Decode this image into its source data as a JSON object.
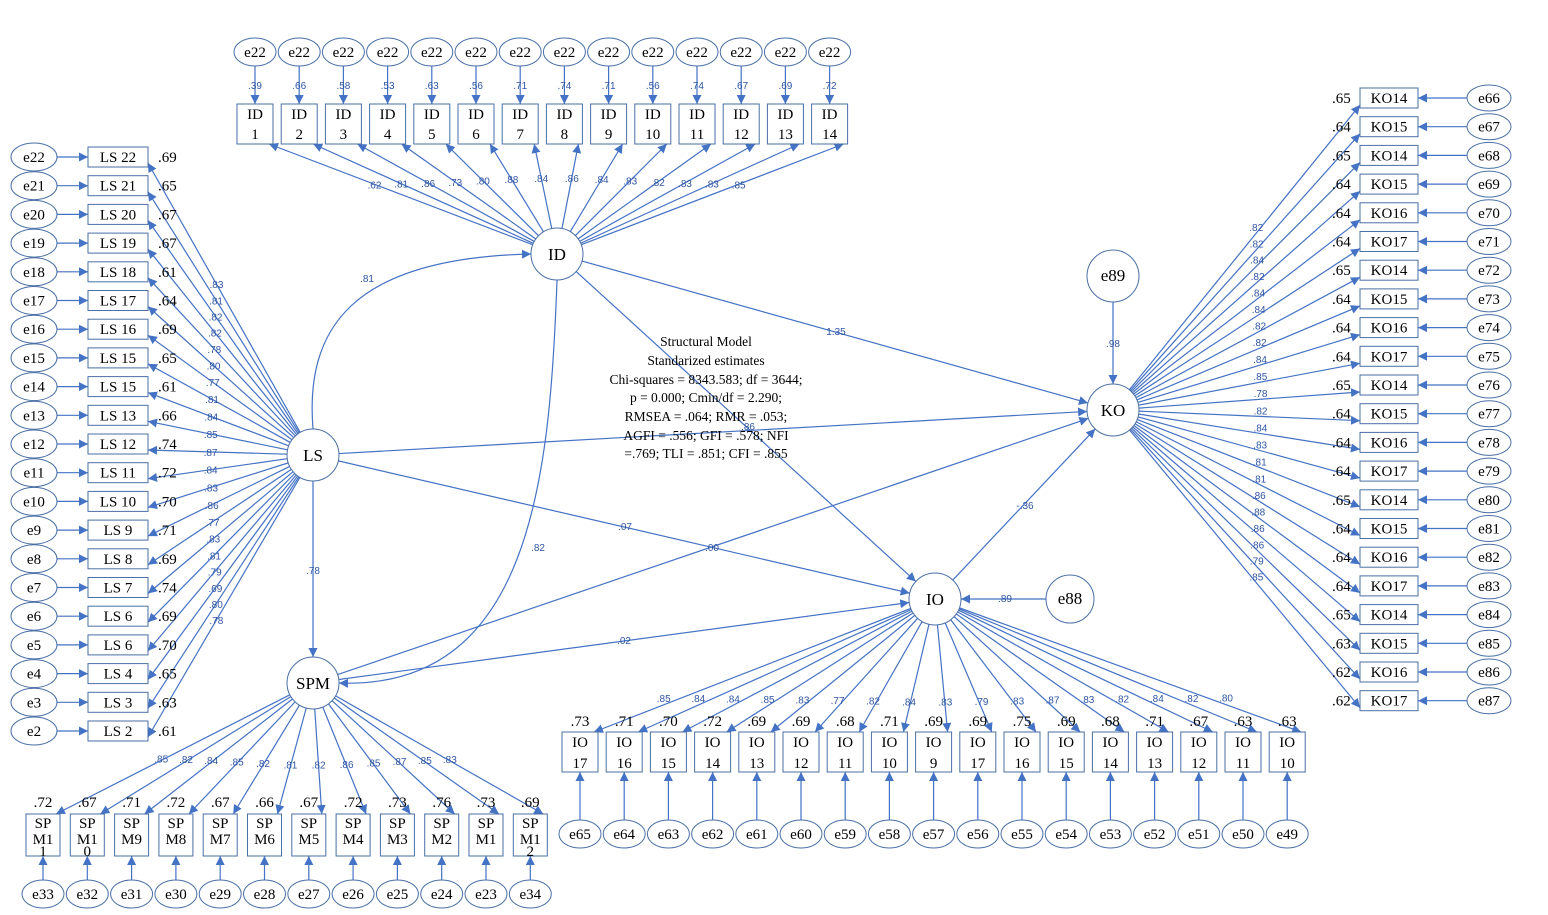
{
  "notes": [
    "Structural Model",
    "Standarized estimates",
    "Chi-squares = 8343.583; df = 3644;",
    "p = 0.000; Cmin/df = 2.290;",
    "RMSEA = .064; RMR = .053;",
    "AGFI = .556; GFI = .578; NFI",
    "=.769; TLI = .851; CFI = .855"
  ],
  "latents": {
    "ID": "ID",
    "LS": "LS",
    "SPM": "SPM",
    "KO": "KO",
    "IO": "IO"
  },
  "structural": [
    {
      "from": "LS",
      "to": "ID",
      "value": ".81"
    },
    {
      "from": "LS",
      "to": "SPM",
      "value": ".78"
    },
    {
      "from": "LS",
      "to": "KO",
      "value": ".86"
    },
    {
      "from": "LS",
      "to": "IO",
      "value": ".07"
    },
    {
      "from": "ID",
      "to": "KO",
      "value": "1.35"
    },
    {
      "from": "ID",
      "to": "SPM",
      "value": ".82"
    },
    {
      "from": "ID",
      "to": "IO",
      "value": ""
    },
    {
      "from": "SPM",
      "to": "KO",
      "value": ".00"
    },
    {
      "from": "SPM",
      "to": "IO",
      "value": ".02"
    },
    {
      "from": "IO",
      "to": "KO",
      "value": "-.36"
    }
  ],
  "disturbances": [
    {
      "name": "e89",
      "target": "KO",
      "value": ".98"
    },
    {
      "name": "e88",
      "target": "IO",
      "value": ".89"
    }
  ],
  "id_indicators": [
    {
      "l1": "ID",
      "l2": "1",
      "err": "e22",
      "errval": ".39",
      "load": ".62"
    },
    {
      "l1": "ID",
      "l2": "2",
      "err": "e22",
      "errval": ".66",
      "load": ".81"
    },
    {
      "l1": "ID",
      "l2": "3",
      "err": "e22",
      "errval": ".58",
      "load": ".86"
    },
    {
      "l1": "ID",
      "l2": "4",
      "err": "e22",
      "errval": ".53",
      "load": ".73"
    },
    {
      "l1": "ID",
      "l2": "5",
      "err": "e22",
      "errval": ".63",
      "load": ".80"
    },
    {
      "l1": "ID",
      "l2": "6",
      "err": "e22",
      "errval": ".56",
      "load": ".88"
    },
    {
      "l1": "ID",
      "l2": "7",
      "err": "e22",
      "errval": ".71",
      "load": ".84"
    },
    {
      "l1": "ID",
      "l2": "8",
      "err": "e22",
      "errval": ".74",
      "load": ".86"
    },
    {
      "l1": "ID",
      "l2": "9",
      "err": "e22",
      "errval": ".71",
      "load": ".84"
    },
    {
      "l1": "ID",
      "l2": "10",
      "err": "e22",
      "errval": ".56",
      "load": ".83"
    },
    {
      "l1": "ID",
      "l2": "11",
      "err": "e22",
      "errval": ".74",
      "load": ".82"
    },
    {
      "l1": "ID",
      "l2": "12",
      "err": "e22",
      "errval": ".67",
      "load": ".83"
    },
    {
      "l1": "ID",
      "l2": "13",
      "err": "e22",
      "errval": ".69",
      "load": ".83"
    },
    {
      "l1": "ID",
      "l2": "14",
      "err": "e22",
      "errval": ".72",
      "load": ".85"
    }
  ],
  "ls_indicators": [
    {
      "label": "LS 22",
      "err": "e22",
      "r2": ".69",
      "load": ".83"
    },
    {
      "label": "LS 21",
      "err": "e21",
      "r2": ".65",
      "load": ".81"
    },
    {
      "label": "LS 20",
      "err": "e20",
      "r2": ".67",
      "load": ".82"
    },
    {
      "label": "LS 19",
      "err": "e19",
      "r2": ".67",
      "load": ".82"
    },
    {
      "label": "LS 18",
      "err": "e18",
      "r2": ".61",
      "load": ".78"
    },
    {
      "label": "LS 17",
      "err": "e17",
      "r2": ".64",
      "load": ".80"
    },
    {
      "label": "LS 16",
      "err": "e16",
      "r2": ".69",
      "load": ".77"
    },
    {
      "label": "LS 15",
      "err": "e15",
      "r2": ".65",
      "load": ".81"
    },
    {
      "label": "LS 15",
      "err": "e14",
      "r2": ".61",
      "load": ".84"
    },
    {
      "label": "LS 13",
      "err": "e13",
      "r2": ".66",
      "load": ".85"
    },
    {
      "label": "LS 12",
      "err": "e12",
      "r2": ".74",
      "load": ".87"
    },
    {
      "label": "LS 11",
      "err": "e11",
      "r2": ".72",
      "load": ".84"
    },
    {
      "label": "LS 10",
      "err": "e10",
      "r2": ".70",
      "load": ".83"
    },
    {
      "label": "LS 9",
      "err": "e9",
      "r2": ".71",
      "load": ".86"
    },
    {
      "label": "LS 8",
      "err": "e8",
      "r2": ".69",
      "load": ".77"
    },
    {
      "label": "LS 7",
      "err": "e7",
      "r2": ".74",
      "load": ".83"
    },
    {
      "label": "LS 6",
      "err": "e6",
      "r2": ".69",
      "load": ".81"
    },
    {
      "label": "LS 6",
      "err": "e5",
      "r2": ".70",
      "load": ".79"
    },
    {
      "label": "LS 4",
      "err": "e4",
      "r2": ".65",
      "load": ".69"
    },
    {
      "label": "LS 3",
      "err": "e3",
      "r2": ".63",
      "load": ".80"
    },
    {
      "label": "LS 2",
      "err": "e2",
      "r2": ".61",
      "load": ".78"
    }
  ],
  "ko_indicators": [
    {
      "label": "KO14",
      "err": "e66",
      "r2": ".65",
      "load": ".82"
    },
    {
      "label": "KO15",
      "err": "e67",
      "r2": ".64",
      "load": ".82"
    },
    {
      "label": "KO14",
      "err": "e68",
      "r2": ".65",
      "load": ".84"
    },
    {
      "label": "KO15",
      "err": "e69",
      "r2": ".64",
      "load": ".82"
    },
    {
      "label": "KO16",
      "err": "e70",
      "r2": ".64",
      "load": ".84"
    },
    {
      "label": "KO17",
      "err": "e71",
      "r2": ".64",
      "load": ".84"
    },
    {
      "label": "KO14",
      "err": "e72",
      "r2": ".65",
      "load": ".82"
    },
    {
      "label": "KO15",
      "err": "e73",
      "r2": ".64",
      "load": ".82"
    },
    {
      "label": "KO16",
      "err": "e74",
      "r2": ".64",
      "load": ".84"
    },
    {
      "label": "KO17",
      "err": "e75",
      "r2": ".64",
      "load": ".85"
    },
    {
      "label": "KO14",
      "err": "e76",
      "r2": ".65",
      "load": ".78"
    },
    {
      "label": "KO15",
      "err": "e77",
      "r2": ".64",
      "load": ".82"
    },
    {
      "label": "KO16",
      "err": "e78",
      "r2": ".64",
      "load": ".84"
    },
    {
      "label": "KO17",
      "err": "e79",
      "r2": ".64",
      "load": ".83"
    },
    {
      "label": "KO14",
      "err": "e80",
      "r2": ".65",
      "load": ".81"
    },
    {
      "label": "KO15",
      "err": "e81",
      "r2": ".64",
      "load": ".81"
    },
    {
      "label": "KO16",
      "err": "e82",
      "r2": ".64",
      "load": ".86"
    },
    {
      "label": "KO17",
      "err": "e83",
      "r2": ".64",
      "load": ".88"
    },
    {
      "label": "KO14",
      "err": "e84",
      "r2": ".65",
      "load": ".86"
    },
    {
      "label": "KO15",
      "err": "e85",
      "r2": ".63",
      "load": ".86"
    },
    {
      "label": "KO16",
      "err": "e86",
      "r2": ".62",
      "load": ".79"
    },
    {
      "label": "KO17",
      "err": "e87",
      "r2": ".62",
      "load": ".85"
    }
  ],
  "io_indicators": [
    {
      "l1": "IO",
      "l2": "17",
      "err": "e65",
      "r2": ".73",
      "load": ".85"
    },
    {
      "l1": "IO",
      "l2": "16",
      "err": "e64",
      "r2": ".71",
      "load": ".84"
    },
    {
      "l1": "IO",
      "l2": "15",
      "err": "e63",
      "r2": ".70",
      "load": ".84"
    },
    {
      "l1": "IO",
      "l2": "14",
      "err": "e62",
      "r2": ".72",
      "load": ".85"
    },
    {
      "l1": "IO",
      "l2": "13",
      "err": "e61",
      "r2": ".69",
      "load": ".83"
    },
    {
      "l1": "IO",
      "l2": "12",
      "err": "e60",
      "r2": ".69",
      "load": ".77"
    },
    {
      "l1": "IO",
      "l2": "11",
      "err": "e59",
      "r2": ".68",
      "load": ".82"
    },
    {
      "l1": "IO",
      "l2": "10",
      "err": "e58",
      "r2": ".71",
      "load": ".84"
    },
    {
      "l1": "IO",
      "l2": "9",
      "err": "e57",
      "r2": ".69",
      "load": ".83"
    },
    {
      "l1": "IO",
      "l2": "17",
      "err": "e56",
      "r2": ".69",
      "load": ".79"
    },
    {
      "l1": "IO",
      "l2": "16",
      "err": "e55",
      "r2": ".75",
      "load": ".83"
    },
    {
      "l1": "IO",
      "l2": "15",
      "err": "e54",
      "r2": ".69",
      "load": ".87"
    },
    {
      "l1": "IO",
      "l2": "14",
      "err": "e53",
      "r2": ".68",
      "load": ".83"
    },
    {
      "l1": "IO",
      "l2": "13",
      "err": "e52",
      "r2": ".71",
      "load": ".82"
    },
    {
      "l1": "IO",
      "l2": "12",
      "err": "e51",
      "r2": ".67",
      "load": ".84"
    },
    {
      "l1": "IO",
      "l2": "11",
      "err": "e50",
      "r2": ".63",
      "load": ".82"
    },
    {
      "l1": "IO",
      "l2": "10",
      "err": "e49",
      "r2": ".63",
      "load": ".80"
    }
  ],
  "spm_indicators": [
    {
      "l1": "SP",
      "l2": "M1",
      "l3": "1",
      "err": "e33",
      "r2": ".72",
      "load": ".85"
    },
    {
      "l1": "SP",
      "l2": "M1",
      "l3": "0",
      "err": "e32",
      "r2": ".67",
      "load": ".82"
    },
    {
      "l1": "SP",
      "l2": "M9",
      "l3": "",
      "err": "e31",
      "r2": ".71",
      "load": ".84"
    },
    {
      "l1": "SP",
      "l2": "M8",
      "l3": "",
      "err": "e30",
      "r2": ".72",
      "load": ".85"
    },
    {
      "l1": "SP",
      "l2": "M7",
      "l3": "",
      "err": "e29",
      "r2": ".67",
      "load": ".82"
    },
    {
      "l1": "SP",
      "l2": "M6",
      "l3": "",
      "err": "e28",
      "r2": ".66",
      "load": ".81"
    },
    {
      "l1": "SP",
      "l2": "M5",
      "l3": "",
      "err": "e27",
      "r2": ".67",
      "load": ".82"
    },
    {
      "l1": "SP",
      "l2": "M4",
      "l3": "",
      "err": "e26",
      "r2": ".72",
      "load": ".86"
    },
    {
      "l1": "SP",
      "l2": "M3",
      "l3": "",
      "err": "e25",
      "r2": ".73",
      "load": ".85"
    },
    {
      "l1": "SP",
      "l2": "M2",
      "l3": "",
      "err": "e24",
      "r2": ".76",
      "load": ".87"
    },
    {
      "l1": "SP",
      "l2": "M1",
      "l3": "",
      "err": "e23",
      "r2": ".73",
      "load": ".85"
    },
    {
      "l1": "SP",
      "l2": "M1",
      "l3": "2",
      "err": "e34",
      "r2": ".69",
      "load": ".83"
    }
  ],
  "colors": {
    "line": "#4472c4",
    "loading_text": "#2f55a4",
    "node_stroke": "#4a6fa5"
  }
}
